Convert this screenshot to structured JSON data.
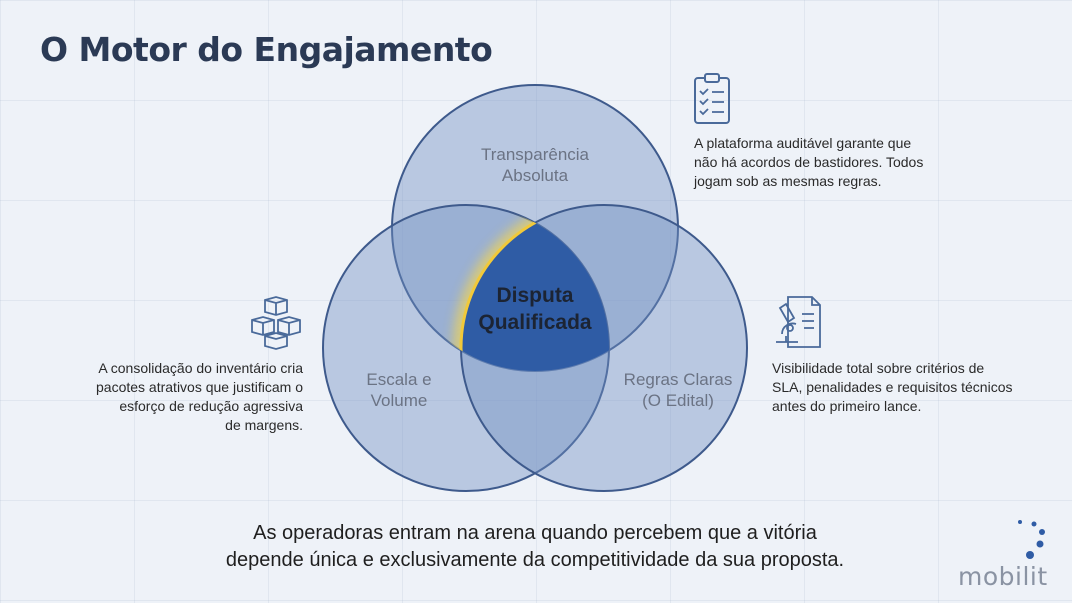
{
  "title": "O Motor do Engajamento",
  "venn": {
    "top_label_line1": "Transparência",
    "top_label_line2": "Absoluta",
    "left_label_line1": "Escala e",
    "left_label_line2": "Volume",
    "right_label_line1": "Regras Claras",
    "right_label_line2": "(O Edital)",
    "center_line1": "Disputa",
    "center_line2": "Qualificada"
  },
  "descriptions": {
    "top_right": [
      "A plataforma auditável garante que",
      "não há acordos de bastidores. Todos",
      "jogam sob as mesmas regras."
    ],
    "left": [
      "A consolidação do inventário cria",
      "pacotes atrativos que justificam o",
      "esforço de redução agressiva",
      "de margens."
    ],
    "right": [
      "Visibilidade total sobre critérios de",
      "SLA, penalidades e requisitos técnicos",
      "antes do primeiro lance."
    ]
  },
  "icons": {
    "top_right": "clipboard-checklist-icon",
    "left": "boxes-stack-icon",
    "right": "microscope-document-icon"
  },
  "footer": {
    "line1": "As operadoras entram na arena quando percebem que a vitória",
    "line2": "depende única e exclusivamente da competitividade da sua proposta."
  },
  "logo": "mobilit",
  "colors": {
    "circle_fill": "#6f8fc0",
    "circle_stroke": "#3e5a8c",
    "center_fill": "#2f5ca5",
    "glow": "#f4d650",
    "title": "#2b3a55"
  }
}
